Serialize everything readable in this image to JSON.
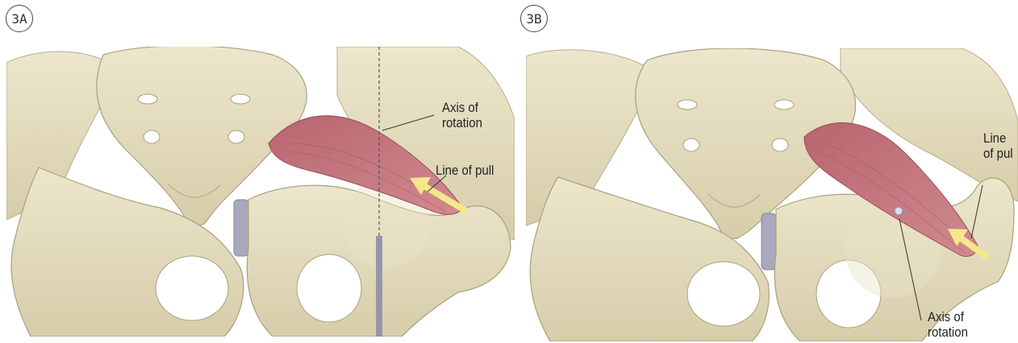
{
  "panel_a": {
    "badge": "3A",
    "axis_label_line1": "Axis of",
    "axis_label_line2": "rotation",
    "pull_label": "Line of pull"
  },
  "panel_b": {
    "badge": "3B",
    "pull_label_line1": "Line",
    "pull_label_line2": "of pul",
    "axis_label_line1": "Axis of",
    "axis_label_line2": "rotation"
  },
  "colors": {
    "bone": "#e4ddc0",
    "bone_shadow": "#c9c09d",
    "muscle": "#c97b83",
    "muscle_dark": "#a55862",
    "arrow": "#f3e88a",
    "disc": "#a9a8bd"
  }
}
